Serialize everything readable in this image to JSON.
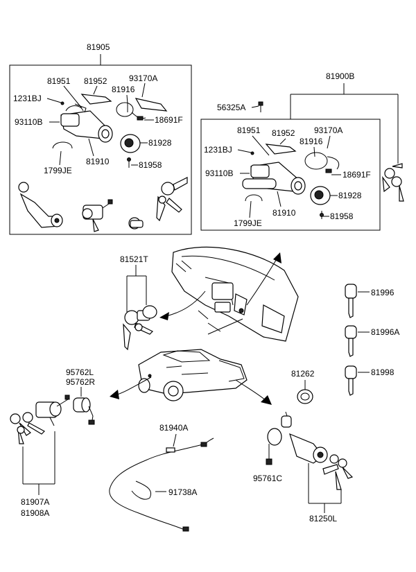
{
  "labels": {
    "l81905": "81905",
    "a81951": "81951",
    "a81952": "81952",
    "a93170A": "93170A",
    "a1231BJ": "1231BJ",
    "a81916": "81916",
    "a93110B": "93110B",
    "a18691F": "18691F",
    "a81928": "81928",
    "a81910": "81910",
    "a1799JE": "1799JE",
    "a81958": "81958",
    "l81900B": "81900B",
    "l56325A": "56325A",
    "b81951": "81951",
    "b81952": "81952",
    "b93170A": "93170A",
    "b1231BJ": "1231BJ",
    "b81916": "81916",
    "b93110B": "93110B",
    "b18691F": "18691F",
    "b81928": "81928",
    "b81910": "81910",
    "b1799JE": "1799JE",
    "b81958": "81958",
    "l81521T": "81521T",
    "l81996": "81996",
    "l81996A": "81996A",
    "l81998": "81998",
    "l95762L": "95762L",
    "l95762R": "95762R",
    "l81262": "81262",
    "l81907A": "81907A",
    "l81908A": "81908A",
    "l81940A": "81940A",
    "l91738A": "91738A",
    "l95761C": "95761C",
    "l81250L": "81250L"
  }
}
